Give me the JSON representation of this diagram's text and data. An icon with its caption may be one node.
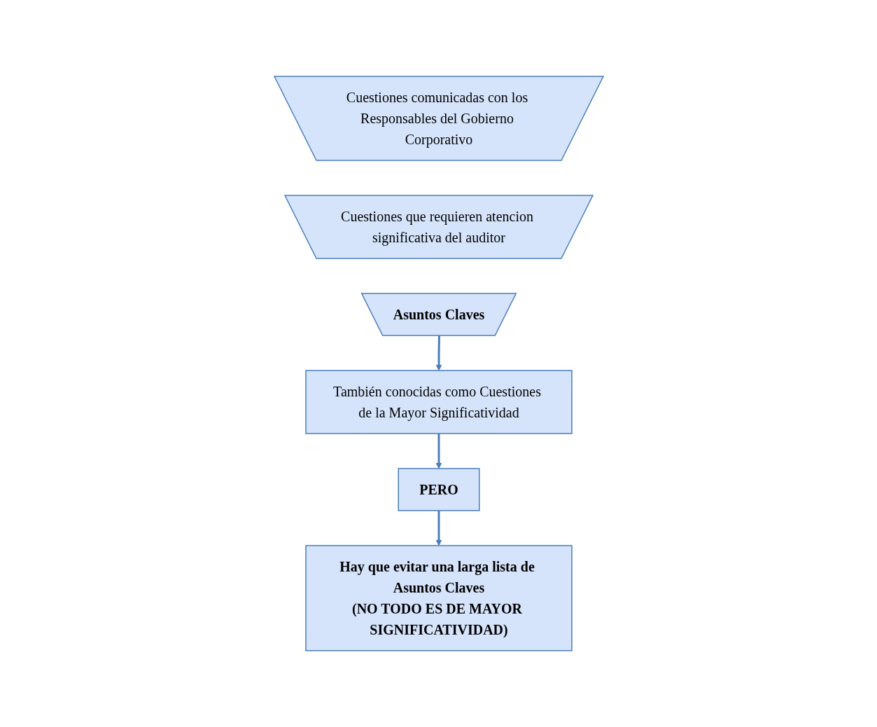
{
  "diagram": {
    "nodes": [
      {
        "text": [
          "Cuestiones comunicadas con los Responsables del Gobierno Corporativo"
        ]
      },
      {
        "text": [
          "Cuestiones que requieren atencion significativa del auditor"
        ]
      },
      {
        "text": [
          "Asuntos Claves"
        ]
      },
      {
        "text": [
          "También conocidas como Cuestiones de la Mayor Significatividad"
        ]
      },
      {
        "text": [
          "PERO"
        ]
      },
      {
        "text": [
          "Hay que evitar una larga lista de Asuntos Claves",
          "(NO TODO ES DE MAYOR SIGNIFICATIVIDAD)"
        ]
      }
    ],
    "edges": [
      {
        "from": 2,
        "to": 3,
        "arrow": "to"
      },
      {
        "from": 3,
        "to": 4,
        "arrow": "to"
      },
      {
        "from": 4,
        "to": 5,
        "arrow": "to"
      }
    ]
  }
}
